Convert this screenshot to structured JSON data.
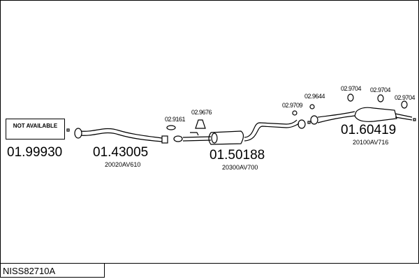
{
  "reference": "NISS82710A",
  "parts": [
    {
      "number": "01.99930",
      "note": "NOT AVAILABLE"
    },
    {
      "number": "01.43005",
      "oem": "20020AV610"
    },
    {
      "number": "01.50188",
      "oem": "20300AV700"
    },
    {
      "number": "01.60419",
      "oem": "20100AV716"
    }
  ],
  "accessories": [
    "02.9161",
    "02.9676",
    "02.9709",
    "02.9644",
    "02.9704",
    "02.9704",
    "02.9704"
  ]
}
